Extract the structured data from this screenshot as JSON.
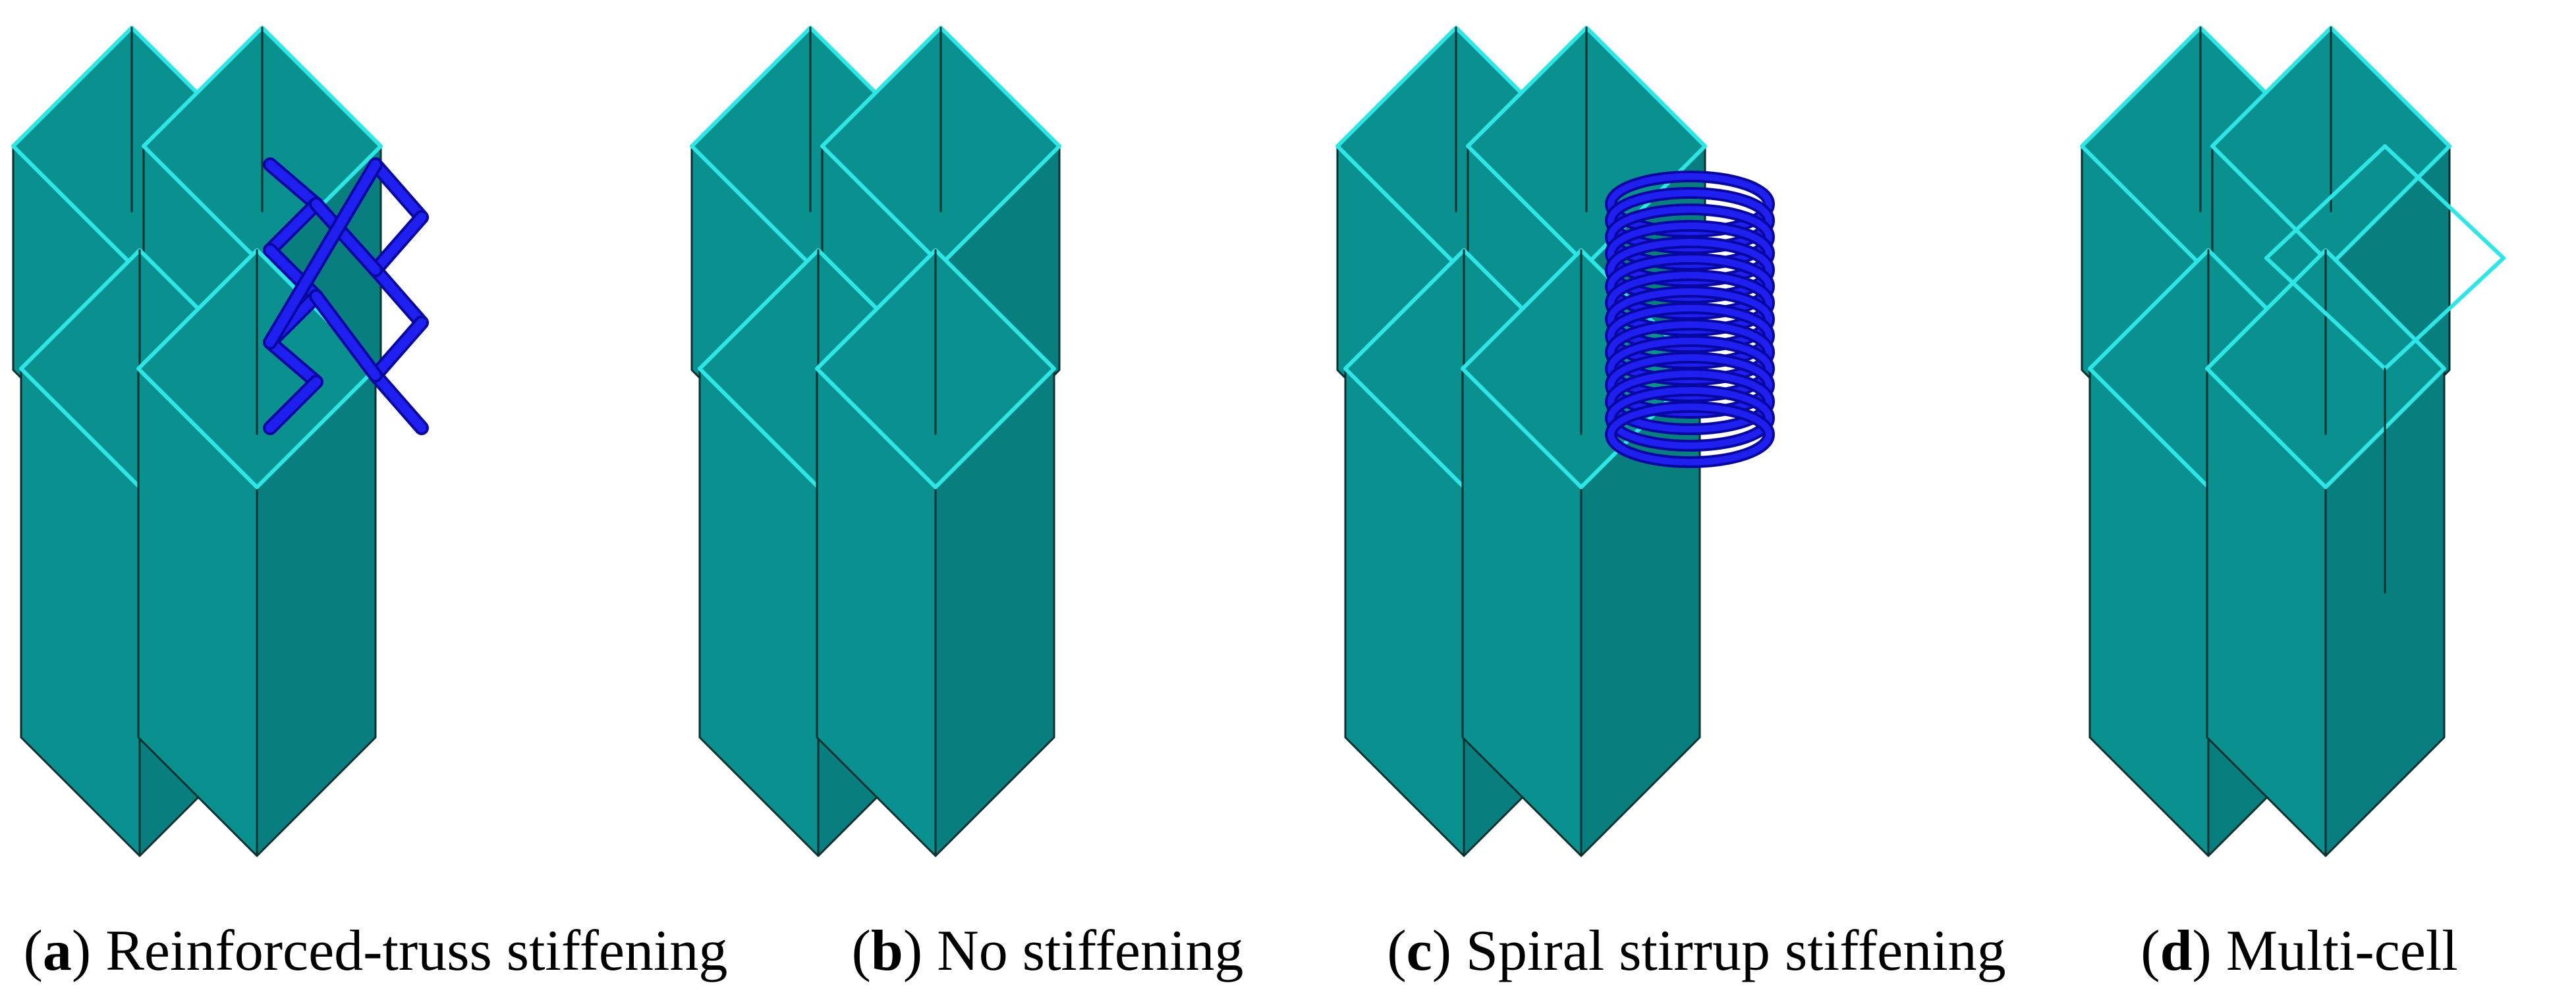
{
  "colors": {
    "face": "#0b9090",
    "face_dark": "#087e7e",
    "edge": "#2fe6e6",
    "line": "#0a3030",
    "reinforcement": "#1f1ff0",
    "reinforcement_dark": "#0808a0"
  },
  "panels": [
    {
      "letter": "a",
      "label": "Reinforced-truss stiffening",
      "reinforcement": "truss"
    },
    {
      "letter": "b",
      "label": "No stiffening",
      "reinforcement": "none"
    },
    {
      "letter": "c",
      "label": "Spiral stirrup stiffening",
      "reinforcement": "spiral"
    },
    {
      "letter": "d",
      "label": "Multi-cell",
      "reinforcement": "cells"
    }
  ]
}
